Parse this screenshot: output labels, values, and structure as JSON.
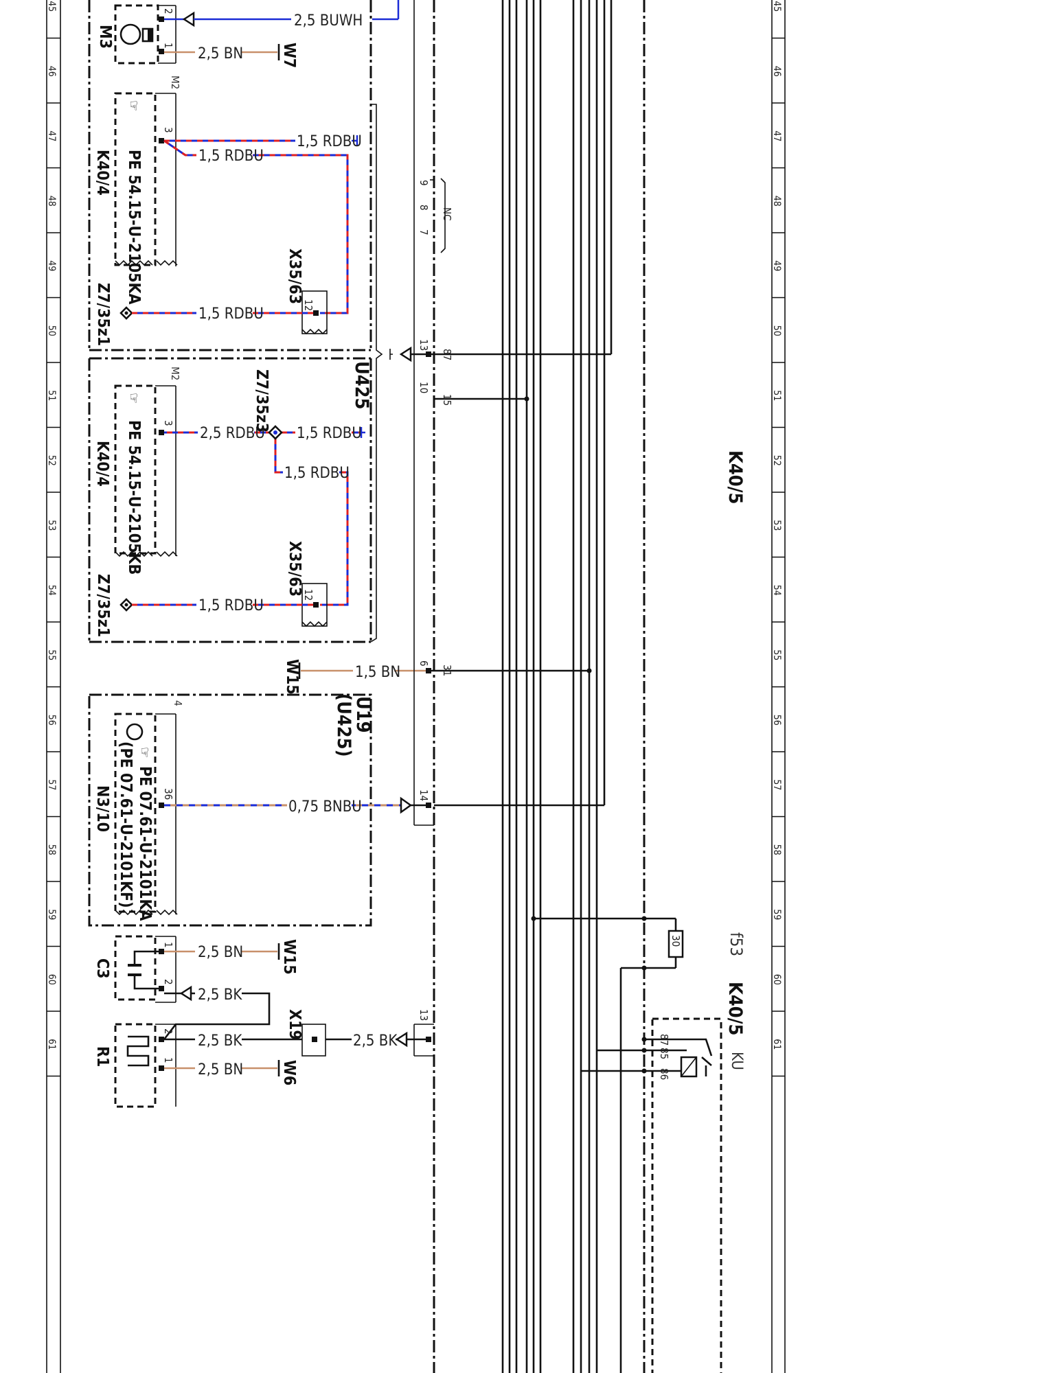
{
  "grid": {
    "rows": [
      "45",
      "46",
      "47",
      "48",
      "49",
      "50",
      "51",
      "52",
      "53",
      "54",
      "55",
      "56",
      "57",
      "58",
      "59",
      "60",
      "61"
    ]
  },
  "components": {
    "m3": "M3",
    "w7": "W7",
    "k40_4_top": "K40/4",
    "k40_4_top_ref": "PE 54.15-U-2105KA",
    "k40_4_bot": "K40/4",
    "k40_4_bot_ref": "PE 54.15-U-2105KB",
    "x35_63_top": "X35/63",
    "x35_63_bot": "X35/63",
    "z7_35z1_top": "Z7/35z1",
    "z7_35z1_bot": "Z7/35z1",
    "z7_35z3": "Z7/35z3",
    "u425": "U425",
    "w15_mid": "W15",
    "u19": "U19",
    "u19_paren": "(U425)",
    "n3_10": "N3/10",
    "n3_10_ref1": "PE 07.61-U-2101KA",
    "n3_10_ref2": "(PE 07.61-U-2101KF)",
    "c3": "C3",
    "w15_bot": "W15",
    "x19": "X19",
    "r1": "R1",
    "w6": "W6",
    "k40_5_mid": "K40/5",
    "k40_5_bot": "K40/5",
    "f53": "f53",
    "ku": "KU",
    "fuse_value": "30",
    "nc": "NC"
  },
  "wires": {
    "buwh_25": "2,5 BUWH",
    "bn_25_m3": "2,5 BN",
    "rdbu_15_a": "1,5 RDBU",
    "rdbu_15_b": "1,5 RDBU",
    "rdbu_15_c": "1,5 RDBU",
    "rdbu_25": "2,5 RDBU",
    "rdbu_15_d": "1,5 RDBU",
    "rdbu_15_e": "1,5 RDBU",
    "rdbu_15_f": "1,5 RDBU",
    "bn_15": "1,5 BN",
    "bnbu_075": "0,75 BNBU",
    "bn_25_c3": "2,5 BN",
    "bk_25_c3": "2,5 BK",
    "bk_25_r1": "2,5 BK",
    "bk_25_x19": "2,5 BK",
    "bn_25_r1": "2,5 BN"
  },
  "pins": {
    "m3_2": "2",
    "m3_1": "1",
    "m2_top": "M2",
    "m2_bot": "M2",
    "k40_4_top_3": "3",
    "k40_4_bot_3": "3",
    "x35_top_12": "12",
    "x35_bot_12": "12",
    "n9": "9",
    "n8": "8",
    "n7": "7",
    "u425_13": "13",
    "k40_5_87": "87",
    "u425_10": "10",
    "k40_5_15": "15",
    "u425_6": "6",
    "k40_5_31": "31",
    "n3_4": "4",
    "n3_36": "36",
    "u425_14": "14",
    "c3_1": "1",
    "c3_2": "2",
    "r1_2": "2",
    "r1_1": "1",
    "u425_13b": "13",
    "relay_87": "87",
    "relay_85": "85",
    "relay_86": "86"
  }
}
